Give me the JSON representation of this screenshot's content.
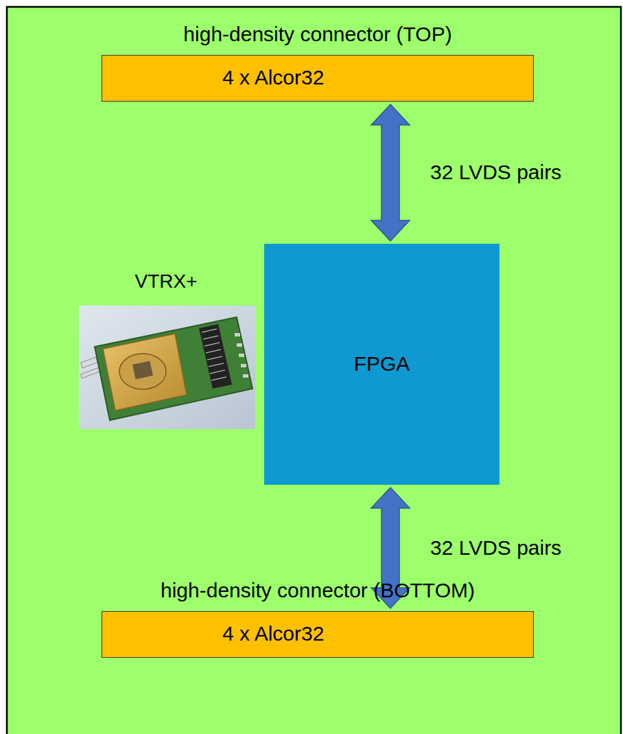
{
  "diagram": {
    "nodes": [
      {
        "text": [
          "high-density connector (TOP)",
          "4 x Alcor32"
        ]
      },
      {
        "text": [
          "FPGA"
        ]
      },
      {
        "text": [
          "high-density connector (BOTTOM)",
          "4 x Alcor32"
        ]
      }
    ],
    "edges": [
      {
        "from": 0,
        "to": 1,
        "arrow": "both",
        "label": "32 LVDS pairs"
      },
      {
        "from": 1,
        "to": 2,
        "arrow": "both",
        "label": "32 LVDS pairs"
      }
    ],
    "labels": [
      "VTRX+"
    ]
  }
}
